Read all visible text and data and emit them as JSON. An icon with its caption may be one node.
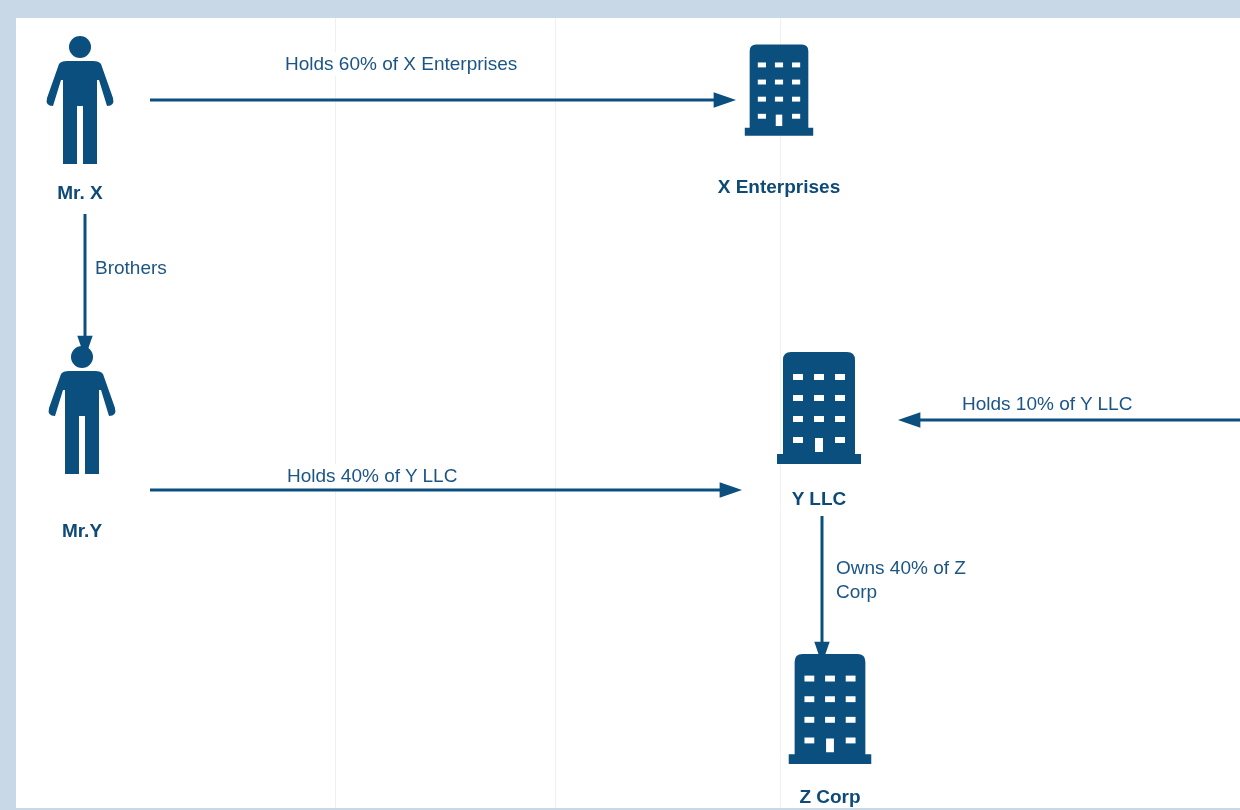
{
  "diagram": {
    "nodes": [
      {
        "text": [
          "Mr. X"
        ]
      },
      {
        "text": [
          "X Enterprises"
        ]
      },
      {
        "text": [
          "Mr.Y"
        ]
      },
      {
        "text": [
          "Y LLC"
        ]
      },
      {
        "text": [
          "Z Corp"
        ]
      }
    ],
    "edges": [
      {
        "from": 0,
        "to": 1,
        "arrow": "to",
        "label": "Holds 60% of X Enterprises"
      },
      {
        "from": 0,
        "to": 2,
        "arrow": "to",
        "label": "Brothers"
      },
      {
        "from": 2,
        "to": 3,
        "arrow": "to",
        "label": "Holds 40% of Y LLC"
      },
      {
        "from": null,
        "to": 3,
        "arrow": "to",
        "label": "Holds 10% of Y LLC"
      },
      {
        "from": 3,
        "to": 4,
        "arrow": "to",
        "label": "Owns 40% of Z Corp"
      }
    ]
  }
}
